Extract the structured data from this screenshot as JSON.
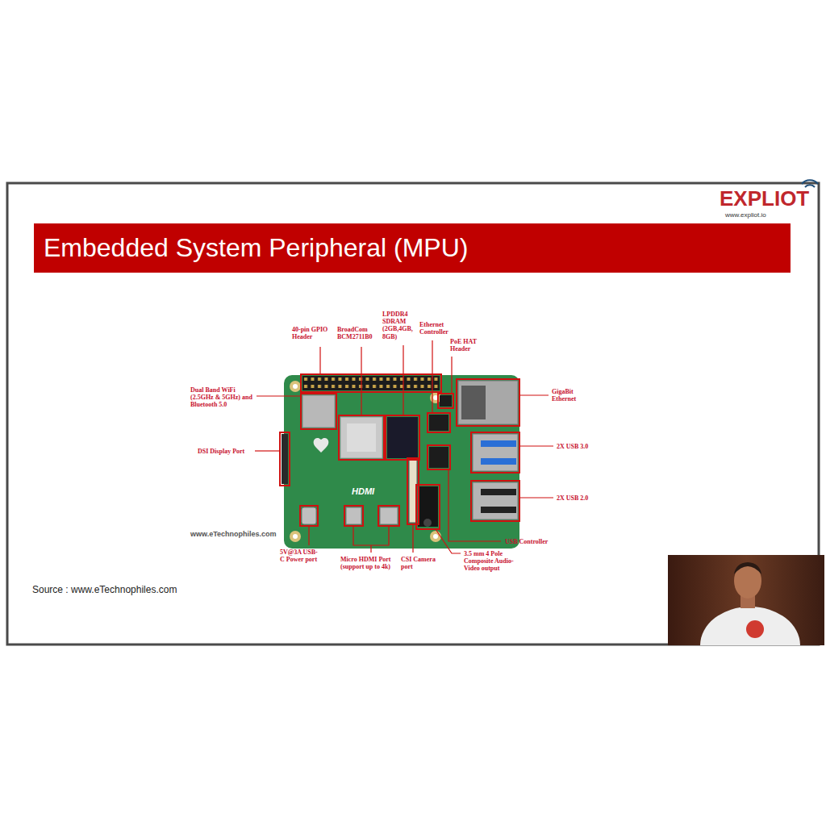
{
  "diagram": {
    "title": "Embedded System Peripheral (MPU)",
    "labels": [
      "EXPLIOT",
      "www.expliot.io",
      "40-pin GPIO Header",
      "BroadCom BCM2711B0",
      "LPDDR4 SDRAM (2GB,4GB, 8GB)",
      "Ethernet Controller",
      "PoE HAT Header",
      "Dual Band WiFi (2.5GHz & 5GHz) and Bluetooth 5.0",
      "DSI Display Port",
      "GigaBit Ethernet",
      "2X USB 3.0",
      "2X USB 2.0",
      "USB Controller",
      "3.5 mm 4 Pole Composite Audio-Video output",
      "CSI Camera port",
      "Micro HDMI Port (support up to 4k)",
      "5V@3A USB-C Power port",
      "www.eTechnophiles.com",
      "HDMI",
      "Source : www.eTechnophiles.com"
    ]
  }
}
